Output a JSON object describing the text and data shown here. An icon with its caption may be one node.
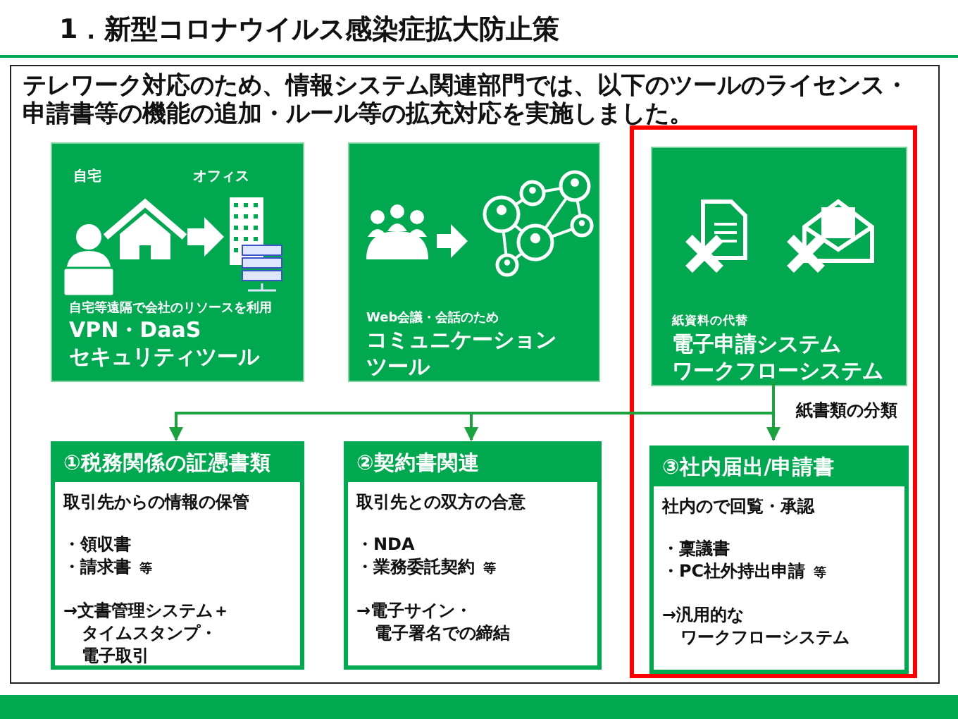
{
  "diagram": {
    "title": "1．新型コロナウイルス感染症拡大防止策",
    "nodes": [
      {
        "text": [
          "テレワーク対応のため、情報システム関連部門では、以下のツールのライセンス・申請書等の機能の追加・ルール等の拡充対応を実施しました。"
        ]
      },
      {
        "text": [
          "自宅",
          "オフィス",
          "自宅等遠隔で会社のリソースを利用",
          "VPN・DaaS セキュリティツール"
        ],
        "in": 0
      },
      {
        "text": [
          "Web会議・会話のため",
          "コミュニケーションツール"
        ],
        "in": 0
      },
      {
        "text": [],
        "shape": "box",
        "in": 0
      },
      {
        "text": [
          "紙資料の代替",
          "電子申請システムワークフローシステム"
        ],
        "in": 3
      },
      {
        "text": [
          "①税務関係の証憑書類",
          "取引先からの情報の保管",
          "・領収書",
          "・請求書",
          "等",
          "→文書管理システム＋タイムスタンプ・電子取引"
        ],
        "in": 0
      },
      {
        "text": [
          "②契約書関連",
          "取引先との双方の合意",
          "・NDA",
          "・業務委託契約",
          "等",
          "→電子サイン・電子署名での締結"
        ],
        "in": 0
      },
      {
        "text": [
          "③社内届出/申請書",
          "社内ので回覧・承認",
          "・稟議書",
          "・PC社外持出申請",
          "等",
          "→汎用的なワークフローシステム"
        ],
        "in": 3
      }
    ],
    "edges": [
      {
        "from": 4,
        "to": 5,
        "arrow": "to"
      },
      {
        "from": 4,
        "to": 6,
        "arrow": "to"
      },
      {
        "from": 4,
        "to": 7,
        "arrow": "to",
        "label": "紙書類の分類"
      }
    ]
  }
}
